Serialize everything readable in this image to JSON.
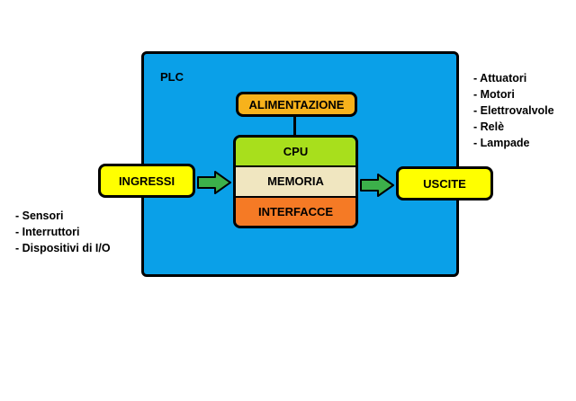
{
  "diagram": {
    "plc_label": "PLC",
    "alimentazione": "ALIMENTAZIONE",
    "cpu": "CPU",
    "memoria": "MEMORIA",
    "interfacce": "INTERFACCE",
    "ingressi": "INGRESSI",
    "uscite": "USCITE",
    "inputs": [
      "- Sensori",
      "- Interruttori",
      "- Dispositivi di I/O"
    ],
    "outputs": [
      "- Attuatori",
      "- Motori",
      "- Elettrovalvole",
      "- Relè",
      "- Lampade"
    ]
  },
  "colors": {
    "plc_background": "#0aa0e8",
    "alimentazione": "#f7b21b",
    "cpu": "#a8df1c",
    "memoria": "#f0e6c0",
    "interfacce": "#f57a25",
    "io_boxes": "#ffff00",
    "arrows": "#3cb04a"
  }
}
